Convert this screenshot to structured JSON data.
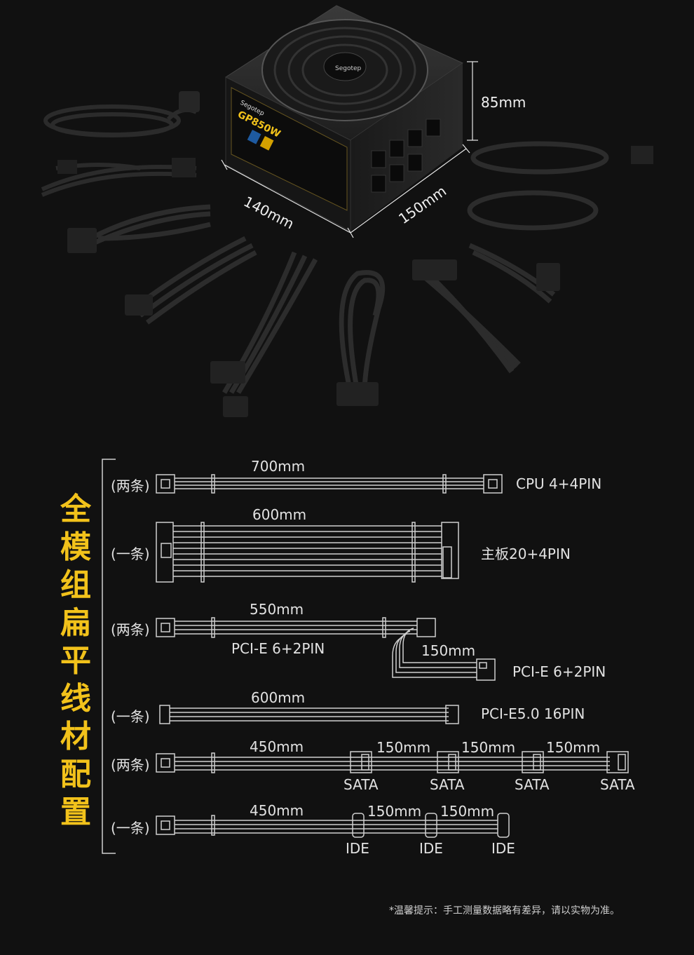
{
  "dimensions": {
    "height": "85mm",
    "width": "140mm",
    "depth": "150mm"
  },
  "psu": {
    "brand": "Segotep",
    "model": "GP850W"
  },
  "config_title": "全模组扁平线材配置",
  "cables": [
    {
      "count": "(两条)",
      "length": "700mm",
      "name": "CPU 4+4PIN"
    },
    {
      "count": "(一条)",
      "length": "600mm",
      "name": "主板20+4PIN"
    },
    {
      "count": "(两条)",
      "length": "550mm",
      "name": "PCI-E 6+2PIN",
      "branch_length": "150mm",
      "branch_name": "PCI-E 6+2PIN"
    },
    {
      "count": "(一条)",
      "length": "600mm",
      "name": "PCI-E5.0 16PIN"
    },
    {
      "count": "(两条)",
      "length": "450mm",
      "segments": [
        "150mm",
        "150mm",
        "150mm"
      ],
      "connector": "SATA"
    },
    {
      "count": "(一条)",
      "length": "450mm",
      "segments": [
        "150mm",
        "150mm"
      ],
      "connector": "IDE"
    }
  ],
  "footnote": "*温馨提示：手工测量数据略有差异，请以实物为准。"
}
